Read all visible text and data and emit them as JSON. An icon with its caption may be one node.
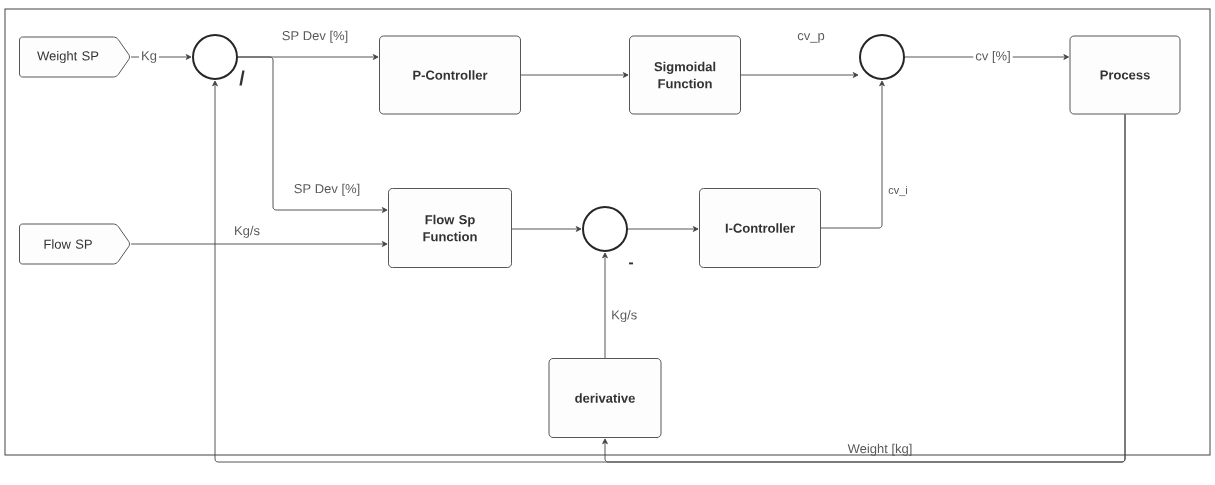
{
  "diagram": {
    "nodes": [
      {
        "text": [
          "Weight SP"
        ]
      },
      {
        "text": [
          "Flow SP"
        ]
      },
      {
        "text": [],
        "shape": "circle"
      },
      {
        "text": [
          "P-Controller"
        ]
      },
      {
        "text": [
          "Sigmoidal Function"
        ]
      },
      {
        "text": [],
        "shape": "circle"
      },
      {
        "text": [
          "Process"
        ]
      },
      {
        "text": [
          "Flow Sp Function"
        ]
      },
      {
        "text": [],
        "shape": "circle"
      },
      {
        "text": [
          "I-Controller"
        ]
      },
      {
        "text": [
          "derivative"
        ]
      }
    ],
    "edges": [
      {
        "from": 0,
        "to": 2,
        "arrow": "to",
        "label": "Kg"
      },
      {
        "from": 2,
        "to": 3,
        "arrow": "to",
        "label": "SP Dev [%]"
      },
      {
        "from": 2,
        "to": 7,
        "arrow": "to",
        "label": "SP Dev [%]"
      },
      {
        "from": 1,
        "to": 7,
        "arrow": "to",
        "label": "Kg/s"
      },
      {
        "from": 3,
        "to": 4,
        "arrow": "to"
      },
      {
        "from": 4,
        "to": 5,
        "arrow": "to",
        "label": "cv_p"
      },
      {
        "from": 5,
        "to": 6,
        "arrow": "to",
        "label": "cv [%]"
      },
      {
        "from": 7,
        "to": 8,
        "arrow": "to"
      },
      {
        "from": 8,
        "to": 9,
        "arrow": "to"
      },
      {
        "from": 9,
        "to": 5,
        "arrow": "to",
        "label": "cv_i"
      },
      {
        "from": 10,
        "to": 8,
        "arrow": "to",
        "label": "Kg/s"
      },
      {
        "from": 6,
        "to": 2,
        "arrow": "to",
        "label": "Weight [kg]"
      },
      {
        "from": 6,
        "to": 10,
        "arrow": "to"
      }
    ],
    "labels": [
      "/",
      "-"
    ]
  }
}
